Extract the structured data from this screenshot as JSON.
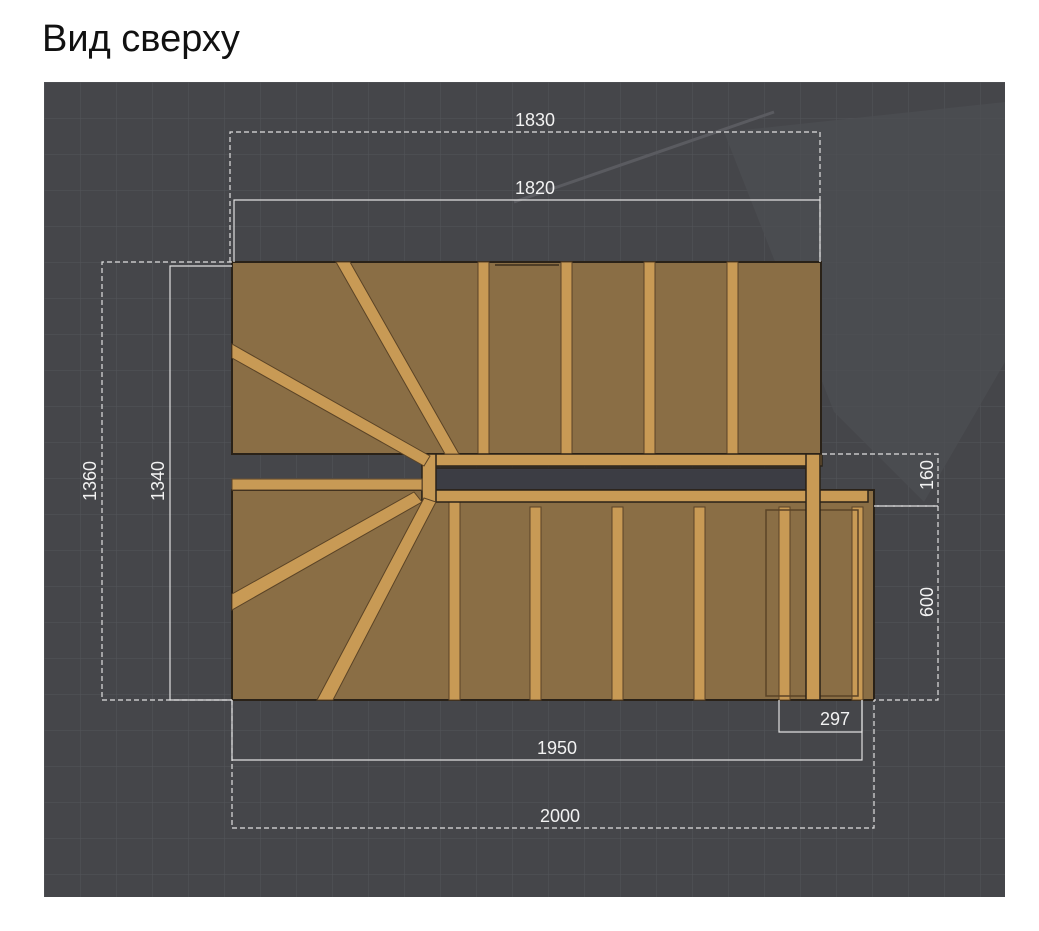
{
  "title": "Вид сверху",
  "dimensions": {
    "d1830": "1830",
    "d1820": "1820",
    "d1360": "1360",
    "d1340": "1340",
    "d160": "160",
    "d600": "600",
    "d297": "297",
    "d1950": "1950",
    "d2000": "2000"
  },
  "colors": {
    "background": "#45464a",
    "grid": "#54555a",
    "tread": "#8a6e45",
    "stringer": "#c89a55",
    "gap": "#3c3d44",
    "dimension_line": "#e0e0e0"
  }
}
